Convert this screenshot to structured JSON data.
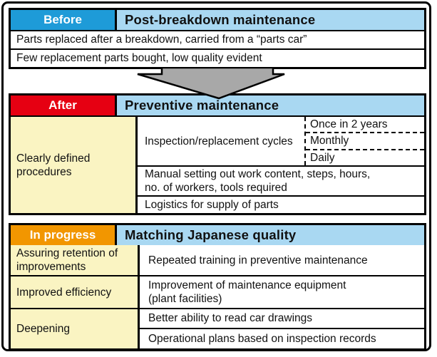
{
  "colors": {
    "blue": "#1e9bd8",
    "light_blue": "#a9d8f2",
    "red": "#e60012",
    "orange": "#f29600",
    "cream": "#faf4c2",
    "arrow_gray": "#a8a8a8"
  },
  "before": {
    "label": "Before",
    "title": "Post-breakdown maintenance",
    "rows": [
      "Parts replaced after a breakdown, carried from a “parts car”",
      "Few replacement parts bought, low quality evident"
    ]
  },
  "after": {
    "label": "After",
    "title": "Preventive maintenance",
    "left_cell": "Clearly defined procedures",
    "cycles_label": "Inspection/replacement cycles",
    "cycle_options": [
      "Once in 2 years",
      "Monthly",
      "Daily"
    ],
    "manual_lines": [
      "Manual setting out work content, steps, hours,",
      "no. of workers, tools required"
    ],
    "logistics": "Logistics for supply of parts"
  },
  "in_progress": {
    "label": "In progress",
    "title": "Matching Japanese quality",
    "rows": [
      {
        "left": "Assuring retention of improvements",
        "right": "Repeated training in preventive maintenance"
      },
      {
        "left": "Improved efficiency",
        "right_lines": [
          "Improvement of maintenance equipment",
          "(plant facilities)"
        ]
      },
      {
        "left": "Deepening",
        "right_items": [
          "Better ability to read car drawings",
          "Operational plans based on inspection records"
        ]
      }
    ]
  }
}
